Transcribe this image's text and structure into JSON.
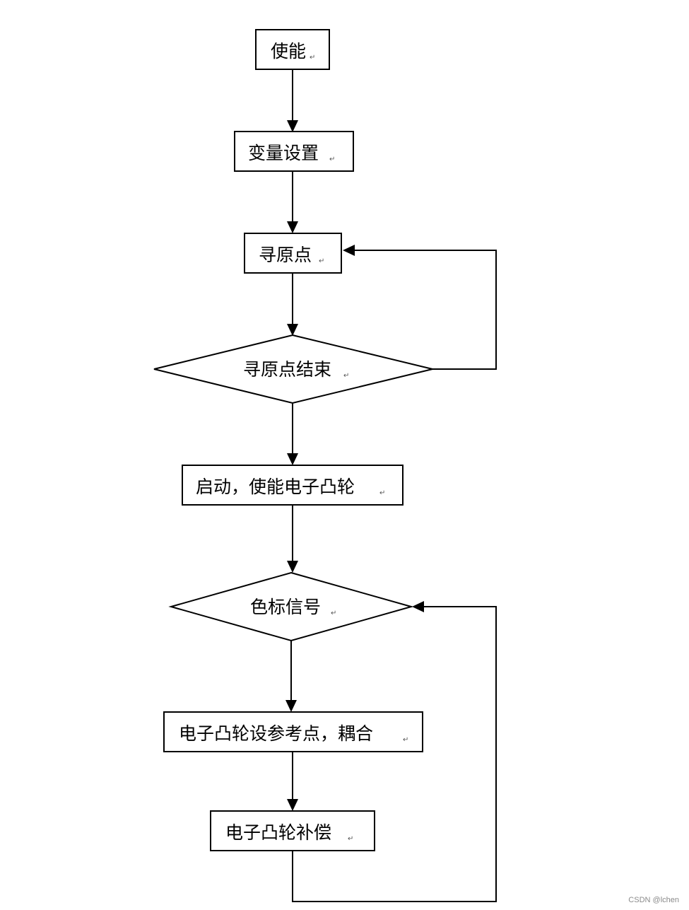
{
  "nodes": {
    "enable": "使能",
    "variable_setup": "变量设置",
    "homing": "寻原点",
    "homing_done": "寻原点结束",
    "start_enable_cam": "启动，使能电子凸轮",
    "color_mark_signal": "色标信号",
    "cam_reference_coupling": "电子凸轮设参考点，耦合",
    "cam_compensation": "电子凸轮补偿"
  },
  "para_mark": "↵",
  "watermark": "CSDN @lchen"
}
